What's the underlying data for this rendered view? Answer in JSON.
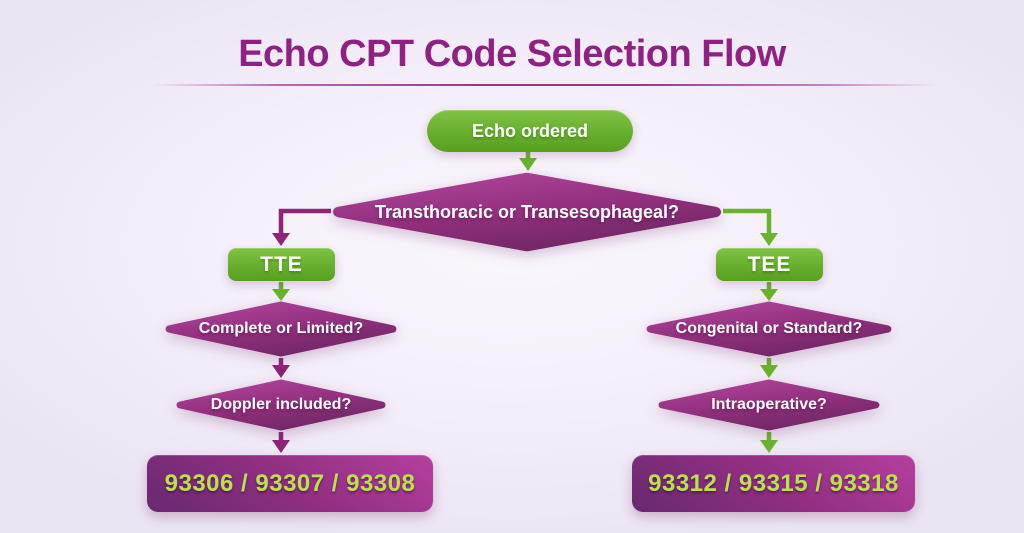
{
  "title": "Echo CPT Code Selection Flow",
  "nodes": {
    "start": {
      "label": "Echo ordered"
    },
    "main_question": {
      "label": "Transthoracic or Transesophageal?"
    },
    "tte_branch": {
      "label": "TTE",
      "question1": "Complete or Limited?",
      "question2": "Doppler included?",
      "result_codes": "93306 / 93307 / 93308"
    },
    "tee_branch": {
      "label": "TEE",
      "question1": "Congenital or Standard?",
      "question2": "Intraoperative?",
      "result_codes": "93312 / 93315 / 93318"
    }
  },
  "colors": {
    "title_text": "#8e2181",
    "green_node": "#68ae2e",
    "green_arrow": "#6cb32d",
    "purple_node": "#93307f",
    "purple_arrow": "#8e2478",
    "result_text": "#bce14f",
    "background": "#f4eef9"
  }
}
